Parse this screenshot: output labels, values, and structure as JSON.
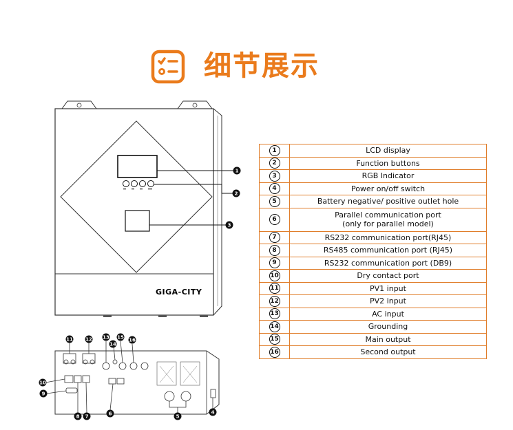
{
  "header": {
    "title": "细节展示",
    "accent_color": "#ea7b1c",
    "icon": "checklist-icon"
  },
  "device": {
    "brand": "GIGA-CITY"
  },
  "front_callouts": [
    "1",
    "2",
    "3"
  ],
  "bottom_callouts": [
    "11",
    "12",
    "13",
    "14",
    "15",
    "16",
    "10",
    "9",
    "8",
    "7",
    "6",
    "5",
    "4"
  ],
  "legend": {
    "items": [
      {
        "num": "1",
        "desc": "LCD display"
      },
      {
        "num": "2",
        "desc": "Function buttons"
      },
      {
        "num": "3",
        "desc": "RGB Indicator"
      },
      {
        "num": "4",
        "desc": "Power on/off switch"
      },
      {
        "num": "5",
        "desc": "Battery negative/ positive outlet hole"
      },
      {
        "num": "6",
        "desc": "Parallel communication port",
        "desc2": "(only for parallel model)"
      },
      {
        "num": "7",
        "desc": "RS232 communication port(RJ45)"
      },
      {
        "num": "8",
        "desc": "RS485 communication port (RJ45)"
      },
      {
        "num": "9",
        "desc": "RS232 communication port (DB9)"
      },
      {
        "num": "10",
        "desc": "Dry contact port"
      },
      {
        "num": "11",
        "desc": "PV1 input"
      },
      {
        "num": "12",
        "desc": "PV2 input"
      },
      {
        "num": "13",
        "desc": "AC input"
      },
      {
        "num": "14",
        "desc": "Grounding"
      },
      {
        "num": "15",
        "desc": "Main output"
      },
      {
        "num": "16",
        "desc": "Second output"
      }
    ],
    "border_color": "#e07d2a"
  }
}
